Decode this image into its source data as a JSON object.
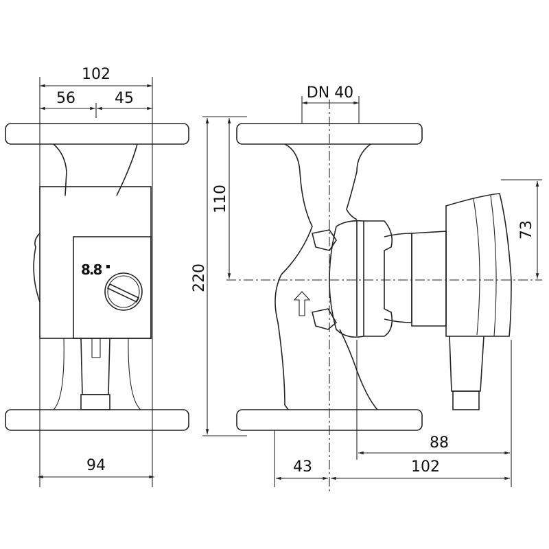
{
  "front_view": {
    "dim_total_width": "102",
    "dim_left": "56",
    "dim_right": "45",
    "dim_bottom_width": "94",
    "display_text": "8.8"
  },
  "side_view": {
    "dim_nominal_diameter": "DN 40",
    "dim_height": "220",
    "dim_half_height": "110",
    "dim_motor_height": "73",
    "dim_motor_depth": "88",
    "dim_total_depth": "102",
    "dim_offset": "43"
  }
}
